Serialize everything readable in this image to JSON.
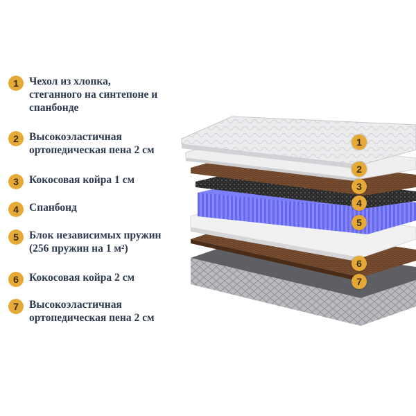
{
  "colors": {
    "badge": "#e7a935",
    "text": "#2e3a4e",
    "quilt": "#e9e9ea",
    "coir": "#6b4328",
    "spanbond": "#2b2b2b",
    "springs": "#6a6cf0",
    "foam": "#f2f2f2",
    "base": "#8c8e94"
  },
  "legend": [
    {
      "num": "1",
      "lines": [
        "Чехол из хлопка,",
        "стеганного на синтепоне и",
        "спанбонде"
      ]
    },
    {
      "num": "2",
      "lines": [
        "Высокоэластичная",
        "ортопедическая пена 2 см"
      ]
    },
    {
      "num": "3",
      "lines": [
        "Кокосовая койра 1 см"
      ]
    },
    {
      "num": "4",
      "lines": [
        "Спанбонд"
      ]
    },
    {
      "num": "5",
      "lines": [
        "Блок независимых пружин",
        "(256 пружин на 1 м²)"
      ]
    },
    {
      "num": "6",
      "lines": [
        "Кокосовая койра 2 см"
      ]
    },
    {
      "num": "7",
      "lines": [
        "Высокоэластичная",
        "ортопедическая пена 2 см"
      ]
    }
  ],
  "markers": [
    "1",
    "2",
    "3",
    "4",
    "5",
    "6",
    "7"
  ]
}
